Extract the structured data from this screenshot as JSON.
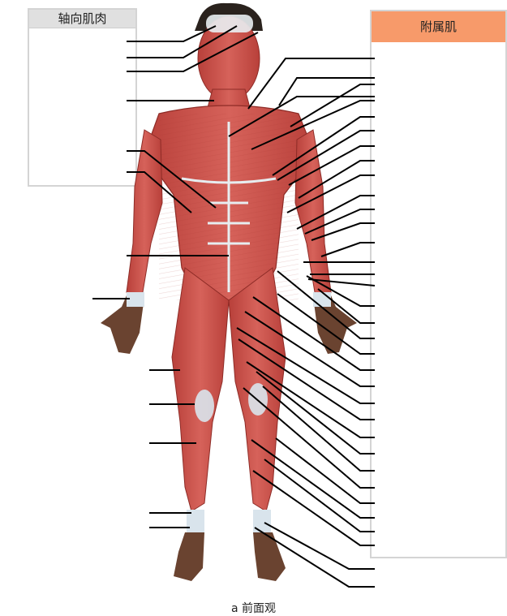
{
  "axial_box": {
    "title": "轴向肌肉"
  },
  "appendicular_box": {
    "title": "附属肌"
  },
  "caption": "a 前面观",
  "colors": {
    "muscle": "#c94a42",
    "muscle_dark": "#8e2c27",
    "tendon": "#d9e4ec",
    "skin": "#6a4330",
    "hair": "#2a221d",
    "accent": "#f79a6a",
    "leader": "#000000"
  }
}
